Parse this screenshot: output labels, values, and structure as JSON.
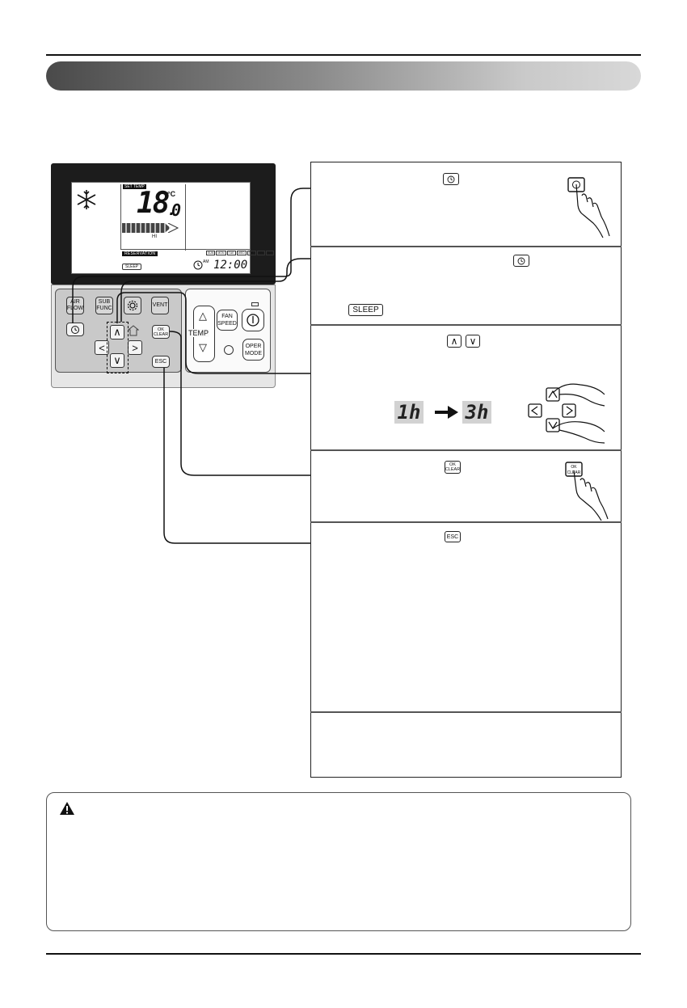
{
  "header": {
    "banner_title": ""
  },
  "remote": {
    "lcd": {
      "set_temp_label": "SET TEMP",
      "temperature": "18.0",
      "temp_integer": "18",
      "temp_decimal": "0",
      "temp_unit": "°C",
      "fan_level": "HI",
      "reservation_label": "RESERVATION",
      "weekdays": [
        "SUN",
        "MON",
        "TUE",
        "WED",
        "THU",
        "FRI",
        "SAT"
      ],
      "sleep_tag": "SLEEP",
      "am_label": "AM",
      "clock": "12:00"
    },
    "buttons": {
      "air_flow": "AIR FLOW",
      "sub_func": "SUB FUNC",
      "vent": "VENT",
      "temp": "TEMP",
      "fan_speed": "FAN SPEED",
      "oper_mode": "OPER MODE",
      "ok_clear": "OK CLEAR",
      "esc": "ESC"
    }
  },
  "steps": {
    "step2_tag": "SLEEP",
    "display_from": "1h",
    "display_to": "3h",
    "ok_key_top": "OK",
    "ok_key_bottom": "CLEAR",
    "esc_key": "ESC"
  },
  "caution": {
    "title": ""
  }
}
